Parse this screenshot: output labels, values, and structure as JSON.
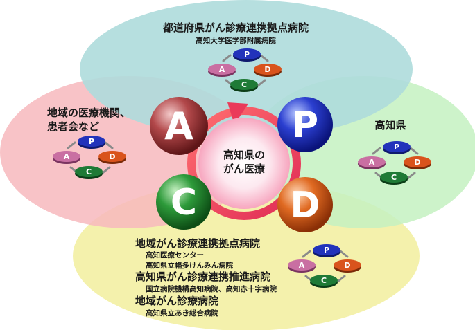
{
  "top_region": {
    "title": "都道府県がん診療連携拠点病院",
    "subtitle": "高知大学医学部附属病院"
  },
  "left_region": {
    "line1": "地域の医療機関、",
    "line2": "患者会など"
  },
  "right_region": {
    "title": "高知県"
  },
  "center": {
    "line1": "高知県の",
    "line2": "がん医療"
  },
  "bottom_region": {
    "groups": [
      {
        "title": "地域がん診療連携拠点病院",
        "items": [
          "高知医療センター",
          "高知県立幡多けんみん病院"
        ]
      },
      {
        "title": "高知県がん診療連携推進病院",
        "items": [
          "国立病院機構高知病院、高知赤十字病院"
        ]
      },
      {
        "title": "地域がん診療病院",
        "items": [
          "高知県立あき総合病院"
        ]
      }
    ]
  },
  "pdca": {
    "P": "P",
    "D": "D",
    "C": "C",
    "A": "A"
  },
  "colors": {
    "top_ellipse": "#aedcdc",
    "left_ellipse": "#f7b9bd",
    "right_ellipse": "#c4f1c1",
    "bottom_ellipse": "#f3f0a3",
    "plan_blue": "#2233bb",
    "do_orange": "#d9531c",
    "check_green": "#1f7a36",
    "act_pink": "#c96fa2",
    "center_ring": "#e8406a"
  }
}
